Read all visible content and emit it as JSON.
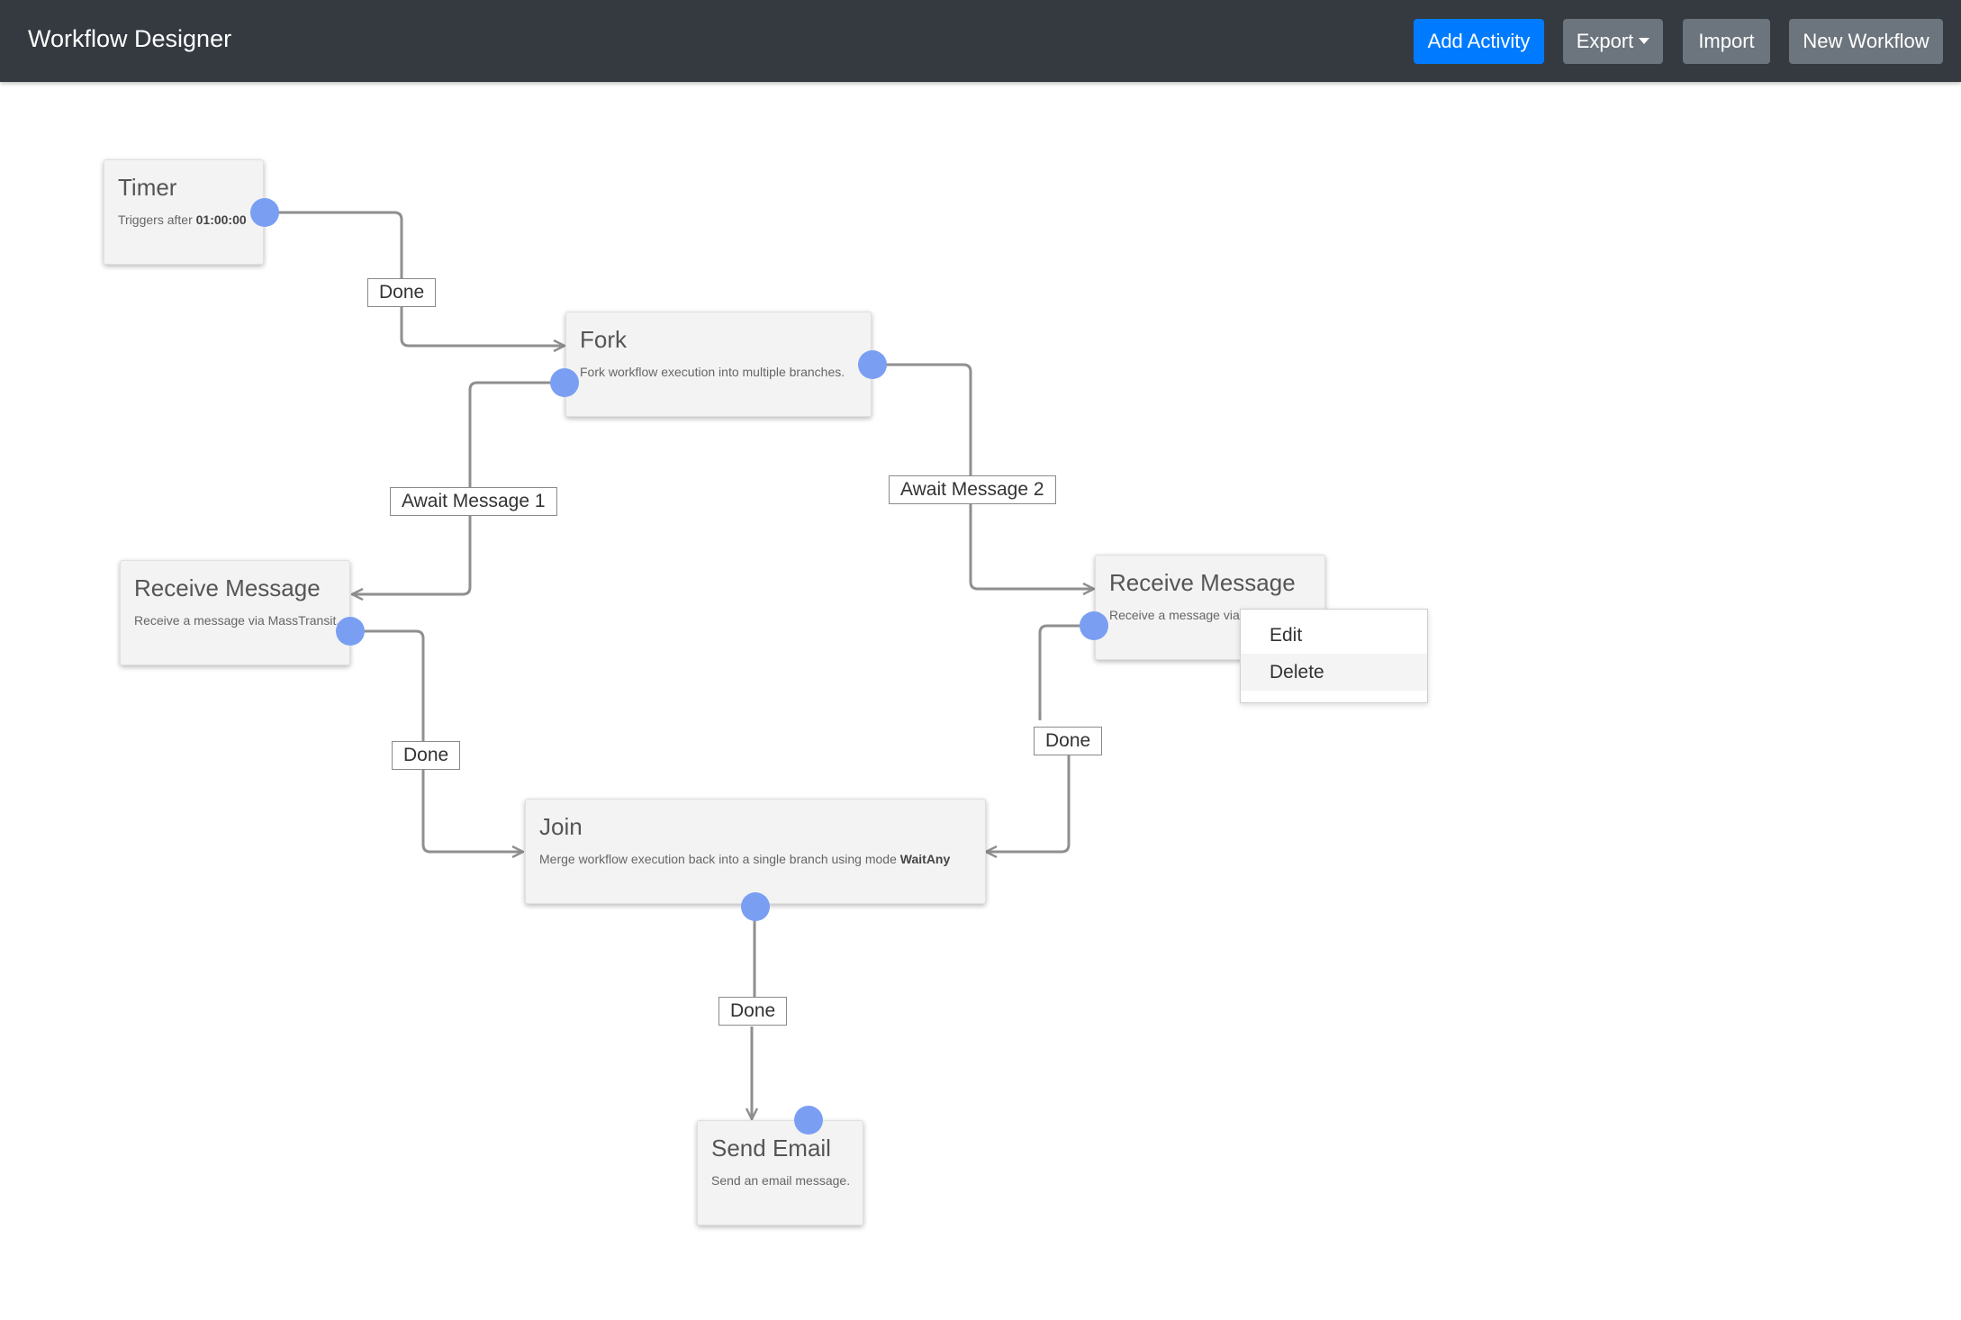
{
  "app": {
    "title": "Workflow Designer"
  },
  "toolbar": {
    "add_activity": "Add Activity",
    "export": "Export",
    "import": "Import",
    "new_workflow": "New Workflow"
  },
  "activities": {
    "timer": {
      "title": "Timer",
      "desc_prefix": "Triggers after ",
      "desc_value": "01:00:00"
    },
    "fork": {
      "title": "Fork",
      "desc": "Fork workflow execution into multiple branches."
    },
    "receive1": {
      "title": "Receive Message",
      "desc": "Receive a message via MassTransit."
    },
    "receive2": {
      "title": "Receive Message",
      "desc": "Receive a message via"
    },
    "join": {
      "title": "Join",
      "desc_prefix": "Merge workflow execution back into a single branch using mode ",
      "desc_value": "WaitAny"
    },
    "send_email": {
      "title": "Send Email",
      "desc": "Send an email message."
    }
  },
  "connections": {
    "timer_done": "Done",
    "await_message_1": "Await Message 1",
    "await_message_2": "Await Message 2",
    "receive1_done": "Done",
    "receive2_done": "Done",
    "join_done": "Done"
  },
  "context_menu": {
    "edit": "Edit",
    "delete": "Delete"
  },
  "colors": {
    "navbar": "#343a40",
    "primary": "#007bff",
    "secondary": "#6c757d",
    "endpoint": "#7a9ff2",
    "wire": "#8f8f8f"
  }
}
